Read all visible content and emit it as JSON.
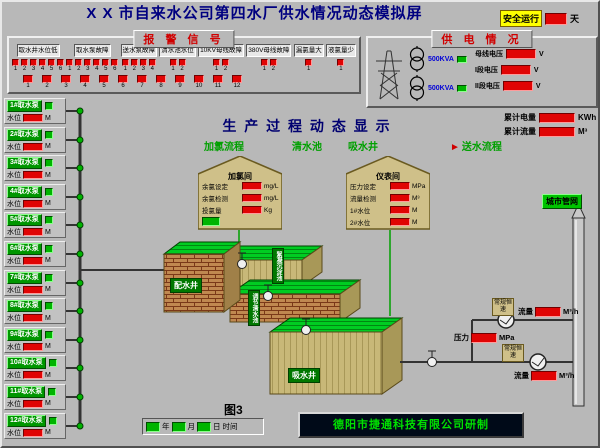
{
  "window": {
    "title": "X X 市自来水公司第四水厂供水情况动态模拟屏"
  },
  "safe_run": {
    "label": "安全运行",
    "unit": "天"
  },
  "alarm_panel": {
    "title": "报 警 信 号",
    "groups": [
      {
        "label": "取水井水位低",
        "count": 6
      },
      {
        "label": "取水泵故障",
        "count": 6
      },
      {
        "label": "送水泵故障",
        "count": 4
      },
      {
        "label": "清水池水位",
        "count": 2
      },
      {
        "label": "10KV母线故障",
        "count": 2
      },
      {
        "label": "380V母线故障",
        "count": 2
      },
      {
        "label": "漏氯量大",
        "count": 1
      },
      {
        "label": "液氯量少",
        "count": 1
      }
    ],
    "strip_count": 12
  },
  "power_panel": {
    "title": "供 电 情 况",
    "transformers": [
      {
        "kva": "500KVA"
      },
      {
        "kva": "500KVA"
      }
    ],
    "rows": [
      {
        "label": "母线电压",
        "unit": "V"
      },
      {
        "label": "I段电压",
        "unit": "V"
      },
      {
        "label": "II段电压",
        "unit": "V"
      }
    ]
  },
  "totals": [
    {
      "label": "累计电量",
      "unit": "KWh"
    },
    {
      "label": "累计流量",
      "unit": "M³"
    }
  ],
  "process": {
    "title": "生 产 过 程 动 态 显 示",
    "stage_labels": {
      "chlorine": "加氯流程",
      "clear_pool": "清水池",
      "suction_well": "吸水井",
      "delivery": "送水流程"
    }
  },
  "pumps": {
    "names": [
      "1#取水泵",
      "2#取水泵",
      "3#取水泵",
      "4#取水泵",
      "5#取水泵",
      "6#取水泵",
      "7#取水泵",
      "8#取水泵",
      "9#取水泵",
      "10#取水泵",
      "11#取水泵",
      "12#取水泵"
    ],
    "level_label": "水位",
    "level_unit": "M"
  },
  "houses": {
    "chlorine": {
      "title": "加氯间",
      "rows": [
        {
          "label": "余氯设定",
          "unit": "mg/L"
        },
        {
          "label": "余氯检测",
          "unit": "mg/L"
        },
        {
          "label": "投氯量",
          "unit": "Kg"
        }
      ]
    },
    "meter": {
      "title": "仪表间",
      "rows": [
        {
          "label": "压力设定",
          "unit": "MPa"
        },
        {
          "label": "流量检测",
          "unit": "M³"
        },
        {
          "label": "1#水位",
          "unit": "M"
        },
        {
          "label": "2#水位",
          "unit": "M"
        }
      ]
    }
  },
  "tanks": {
    "distribution": "配水井",
    "sedimentation": "絮凝沉淀池",
    "regulating": "调节清水池",
    "suction": "吸水井"
  },
  "network_label": "城市管网",
  "meters": {
    "pressure": {
      "label": "压力",
      "unit": "MPa"
    },
    "flow1": {
      "label": "流量",
      "unit": "M³/h"
    },
    "flow2": {
      "label": "流量",
      "unit": "M³/h"
    },
    "badges": [
      "常规恒速",
      "常规恒速"
    ]
  },
  "footer": {
    "caption": "图3",
    "date": {
      "year": "年",
      "month": "月",
      "day": "日",
      "time": "时间"
    },
    "credit": "德阳市捷通科技有限公司研制"
  },
  "icons": {
    "flow_arrow": "►"
  },
  "colors": {
    "led_red": "#e00404",
    "green": "#00b400",
    "title_blue": "#000080"
  }
}
